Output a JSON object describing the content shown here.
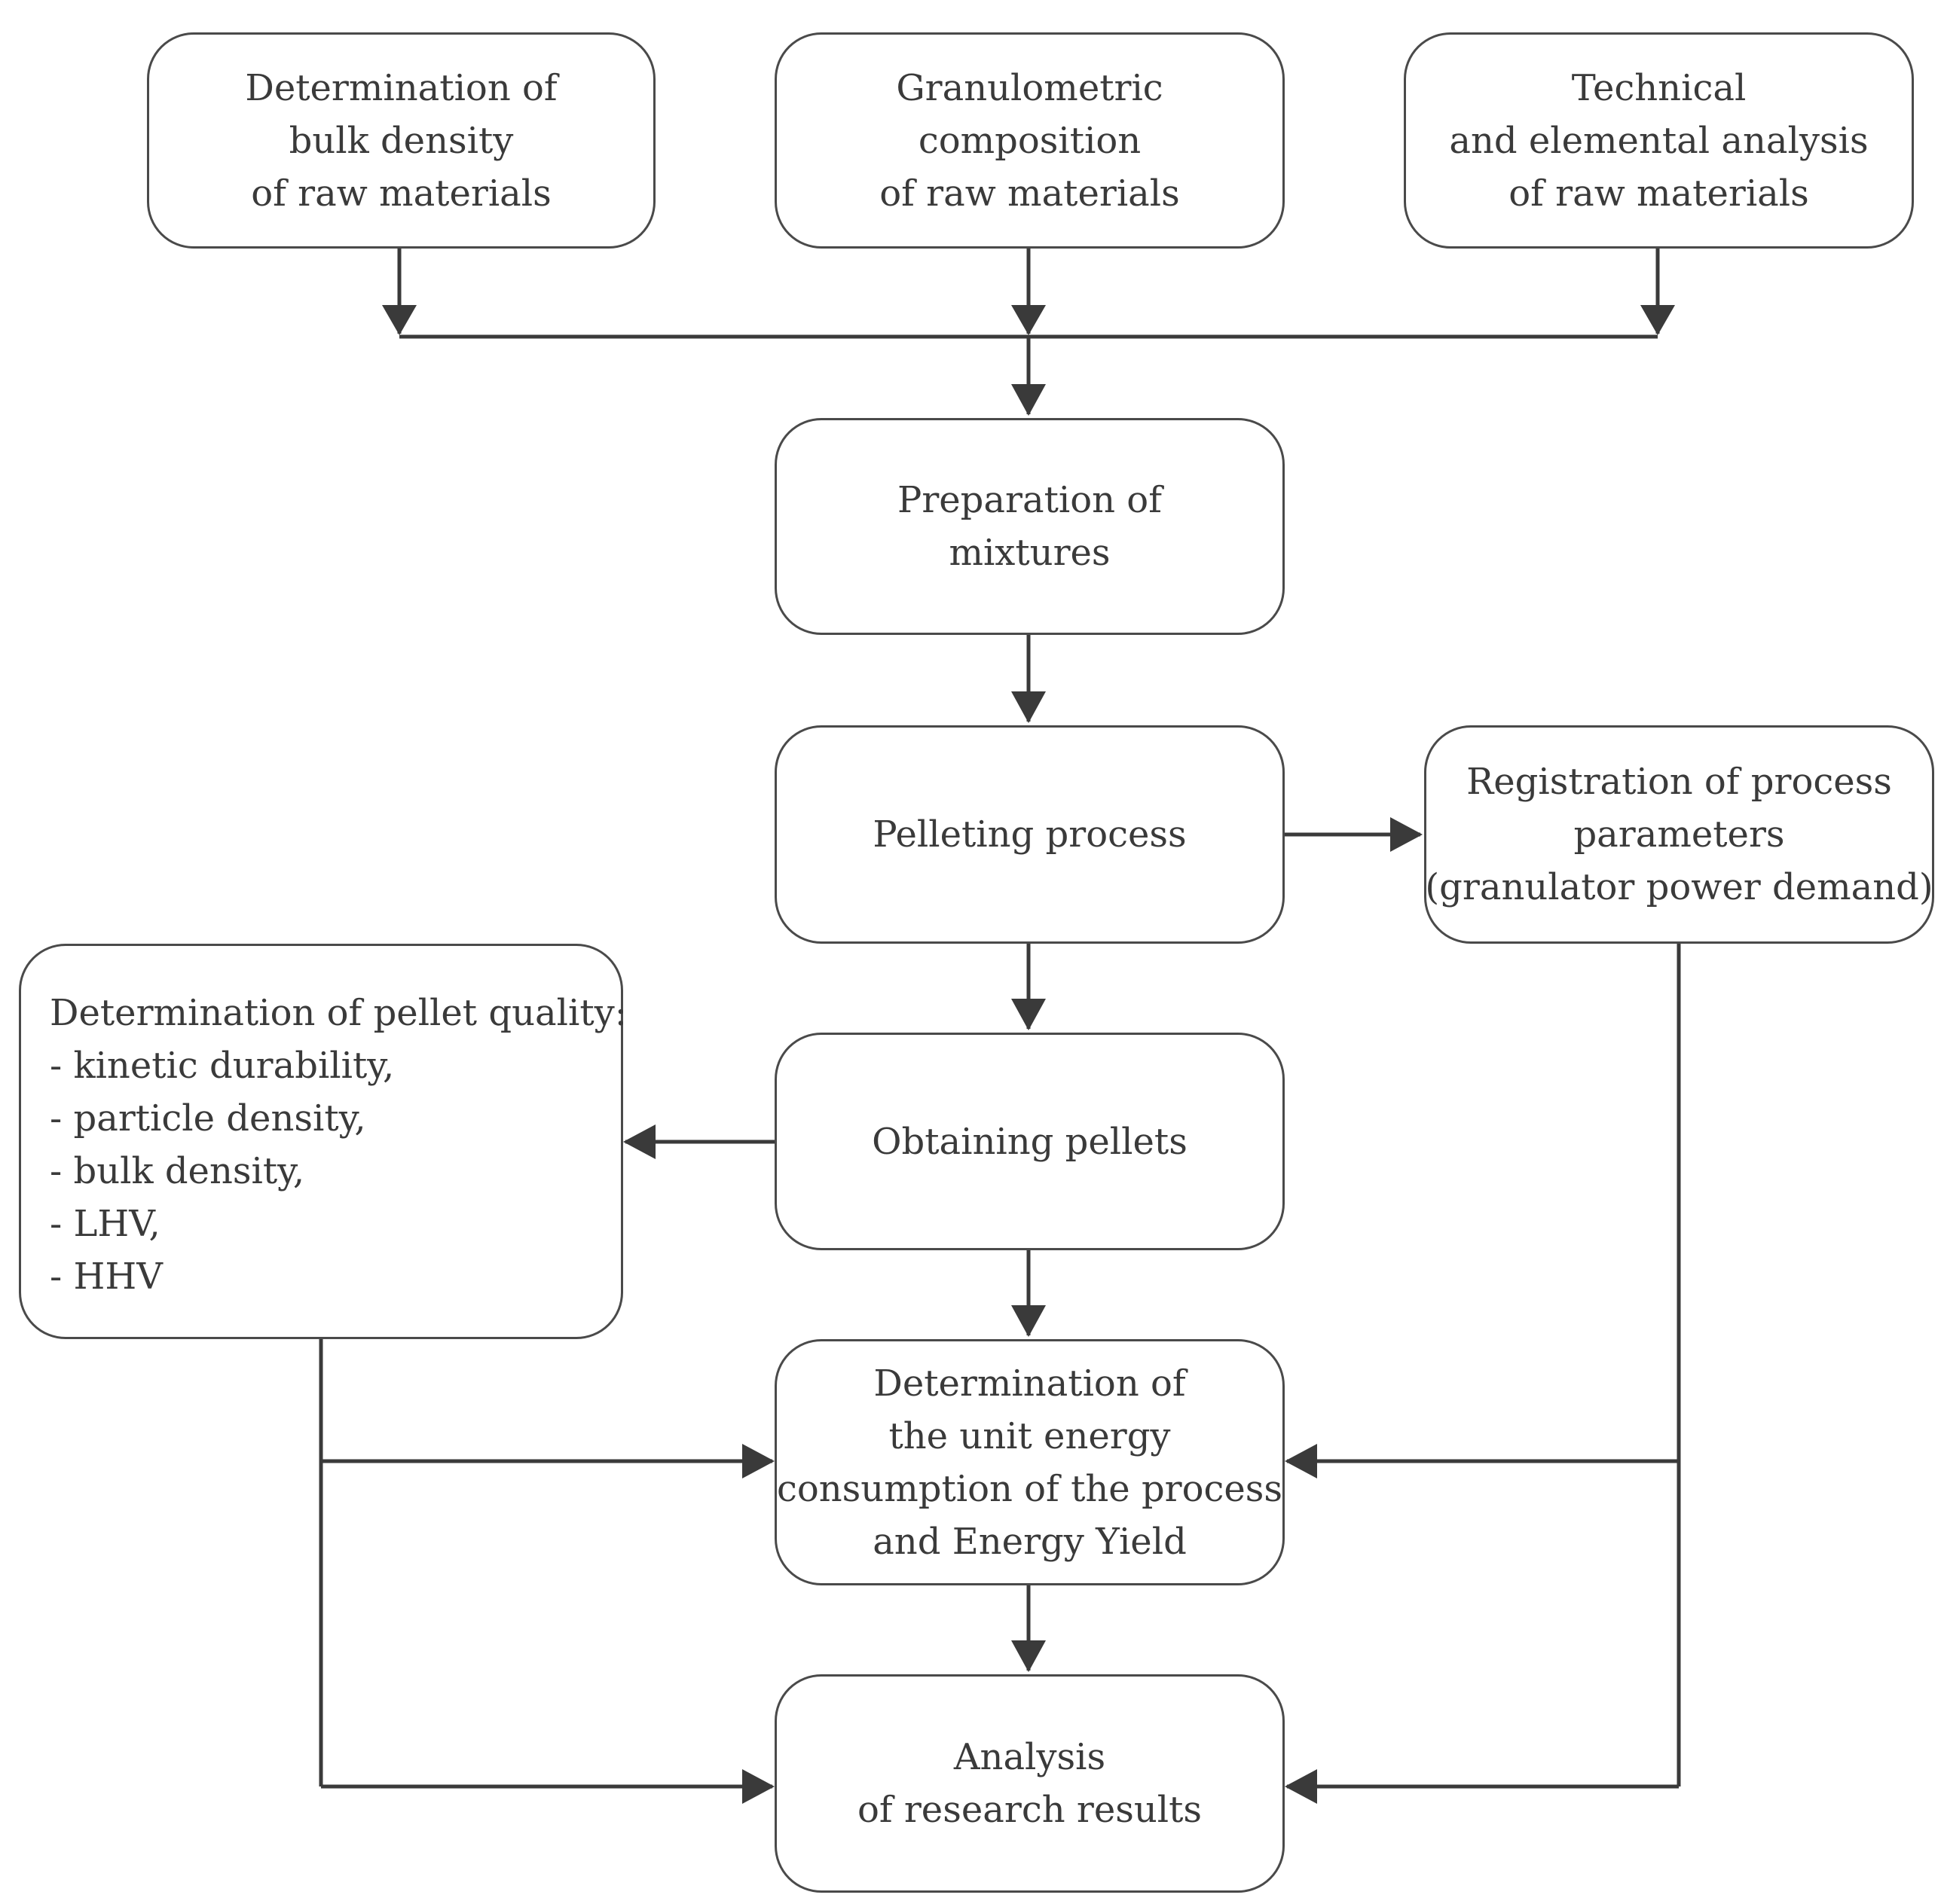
{
  "nodes": [
    {
      "id": "bulk-density-raw",
      "lines": [
        "Determination of",
        "bulk density",
        "of raw materials"
      ]
    },
    {
      "id": "granulometric",
      "lines": [
        "Granulometric",
        "composition",
        "of raw materials"
      ]
    },
    {
      "id": "technical-elemental",
      "lines": [
        "Technical",
        "and elemental analysis",
        "of raw materials"
      ]
    },
    {
      "id": "preparation",
      "lines": [
        "Preparation of",
        "mixtures"
      ]
    },
    {
      "id": "pelleting",
      "lines": [
        "Pelleting process"
      ]
    },
    {
      "id": "registration",
      "lines": [
        "Registration of process",
        "parameters",
        "(granulator power demand)"
      ]
    },
    {
      "id": "pellet-quality",
      "lines": [
        "Determination of pellet quality:",
        "- kinetic durability,",
        "- particle density,",
        "- bulk density,",
        "- LHV,",
        "- HHV"
      ]
    },
    {
      "id": "obtaining",
      "lines": [
        "Obtaining pellets"
      ]
    },
    {
      "id": "energy",
      "lines": [
        "Determination of",
        "the unit energy",
        "consumption of the  process",
        "and Energy Yield"
      ]
    },
    {
      "id": "analysis",
      "lines": [
        "Analysis",
        "of research results"
      ]
    }
  ]
}
